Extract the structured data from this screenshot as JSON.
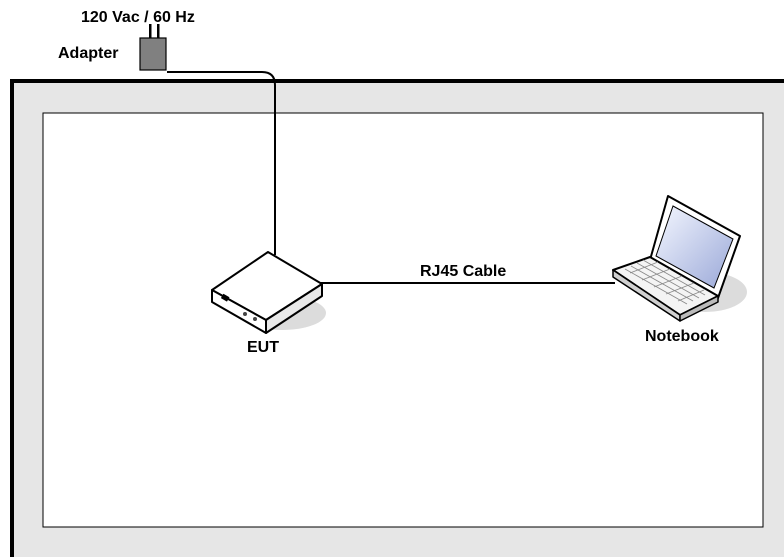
{
  "labels": {
    "power": "120 Vac / 60 Hz",
    "adapter": "Adapter",
    "cable": "RJ45 Cable",
    "eut": "EUT",
    "notebook": "Notebook"
  },
  "colors": {
    "table_outer": "#e6e6e6",
    "table_border": "#000000",
    "adapter_body": "#808080",
    "line": "#000000"
  },
  "icons": {
    "adapter": "wall-adapter-icon",
    "eut": "router-box-icon",
    "notebook": "laptop-icon"
  }
}
